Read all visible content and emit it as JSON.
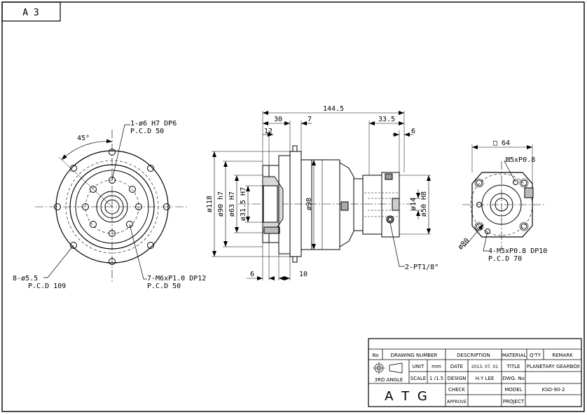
{
  "sheet": {
    "size": "A 3"
  },
  "front_view": {
    "angle": "45°",
    "hole1_spec": "1-ø6 H7 DP6",
    "hole1_pcd": "P.C.D 50",
    "mount_holes_spec": "8-ø5.5",
    "mount_holes_pcd": "P.C.D 109",
    "tap_holes_spec": "7-M6xP1.0 DP12",
    "tap_holes_pcd": "P.C.D 50"
  },
  "side_view": {
    "overall_length": "144.5",
    "dim_30": "30",
    "dim_7": "7",
    "dim_12": "12",
    "dim_33_5": "33.5",
    "dim_6_top": "6",
    "dim_6_bottom": "6",
    "dim_10": "10",
    "dia_118": "ø118",
    "dia_90": "ø90 h7",
    "dia_63": "ø63 H7",
    "dia_31_5": "ø31.5 H7",
    "dia_98": "ø98",
    "dia_14": "ø14",
    "dia_50": "ø50 H8",
    "port_spec": "2-PT1/8\""
  },
  "rear_view": {
    "square": "□ 64",
    "tap_top": "M5xP0.8",
    "dia_80": "ø80",
    "tap_holes_spec": "4-M5xP0.8 DP10",
    "tap_holes_pcd": "P.C.D 70"
  },
  "title_block": {
    "headers": {
      "no": "No",
      "drawing_number": "DRAWING NUMBER",
      "description": "DESCRIPTION",
      "material": "MATERIAL",
      "qty": "Q'TY",
      "remark": "REMARK"
    },
    "projection": "3RD ANGLE",
    "unit_label": "UNIT",
    "unit_value": "mm",
    "scale_label": "SCALE",
    "scale_value": "1 /1.5",
    "date_label": "DATE",
    "date_value": "2013. 07. 01",
    "design_label": "DESIGN",
    "design_value": "H.Y LEE",
    "check_label": "CHECK",
    "approve_label": "APPROVE",
    "title_label": "TITLE",
    "title_value": "PLANETARY GEARBOX",
    "dwg_label": "DWG. No",
    "model_label": "MODEL",
    "model_value": "KSD-90-2",
    "project_label": "PROJECT",
    "logo": "A T G"
  }
}
